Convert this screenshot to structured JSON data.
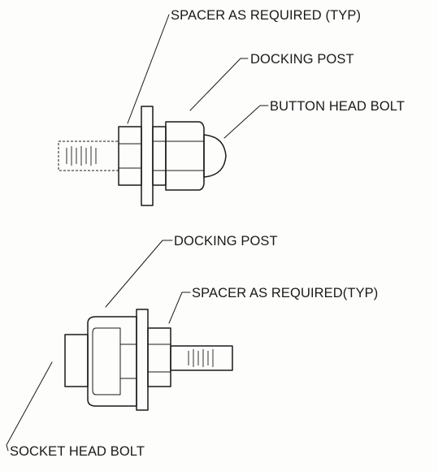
{
  "top_assembly": {
    "labels": {
      "spacer": "SPACER AS REQUIRED (TYP)",
      "docking_post": "DOCKING POST",
      "button_head_bolt": "BUTTON HEAD BOLT"
    }
  },
  "bottom_assembly": {
    "labels": {
      "docking_post": "DOCKING POST",
      "spacer": "SPACER AS REQUIRED(TYP)",
      "socket_head_bolt": "SOCKET HEAD BOLT"
    }
  },
  "colors": {
    "ink": "#1a1a1a",
    "paper": "#fdfdfb"
  }
}
